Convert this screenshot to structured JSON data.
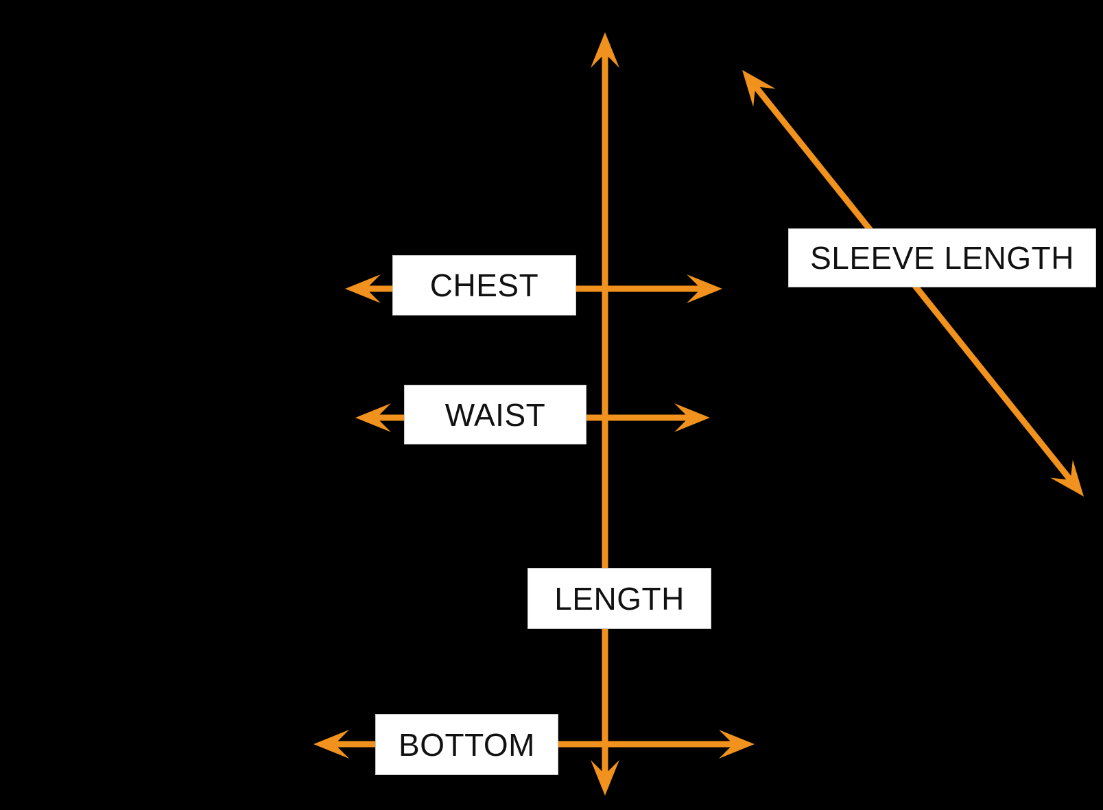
{
  "labels": {
    "chest": "CHEST",
    "waist": "WAIST",
    "length": "LENGTH",
    "bottom": "BOTTOM",
    "sleeve_length": "SLEEVE LENGTH"
  },
  "colors": {
    "background": "#000000",
    "accent": "#F0921D",
    "label_bg": "#FFFFFF",
    "label_text": "#111111",
    "label_border": "#C8C8C8"
  }
}
